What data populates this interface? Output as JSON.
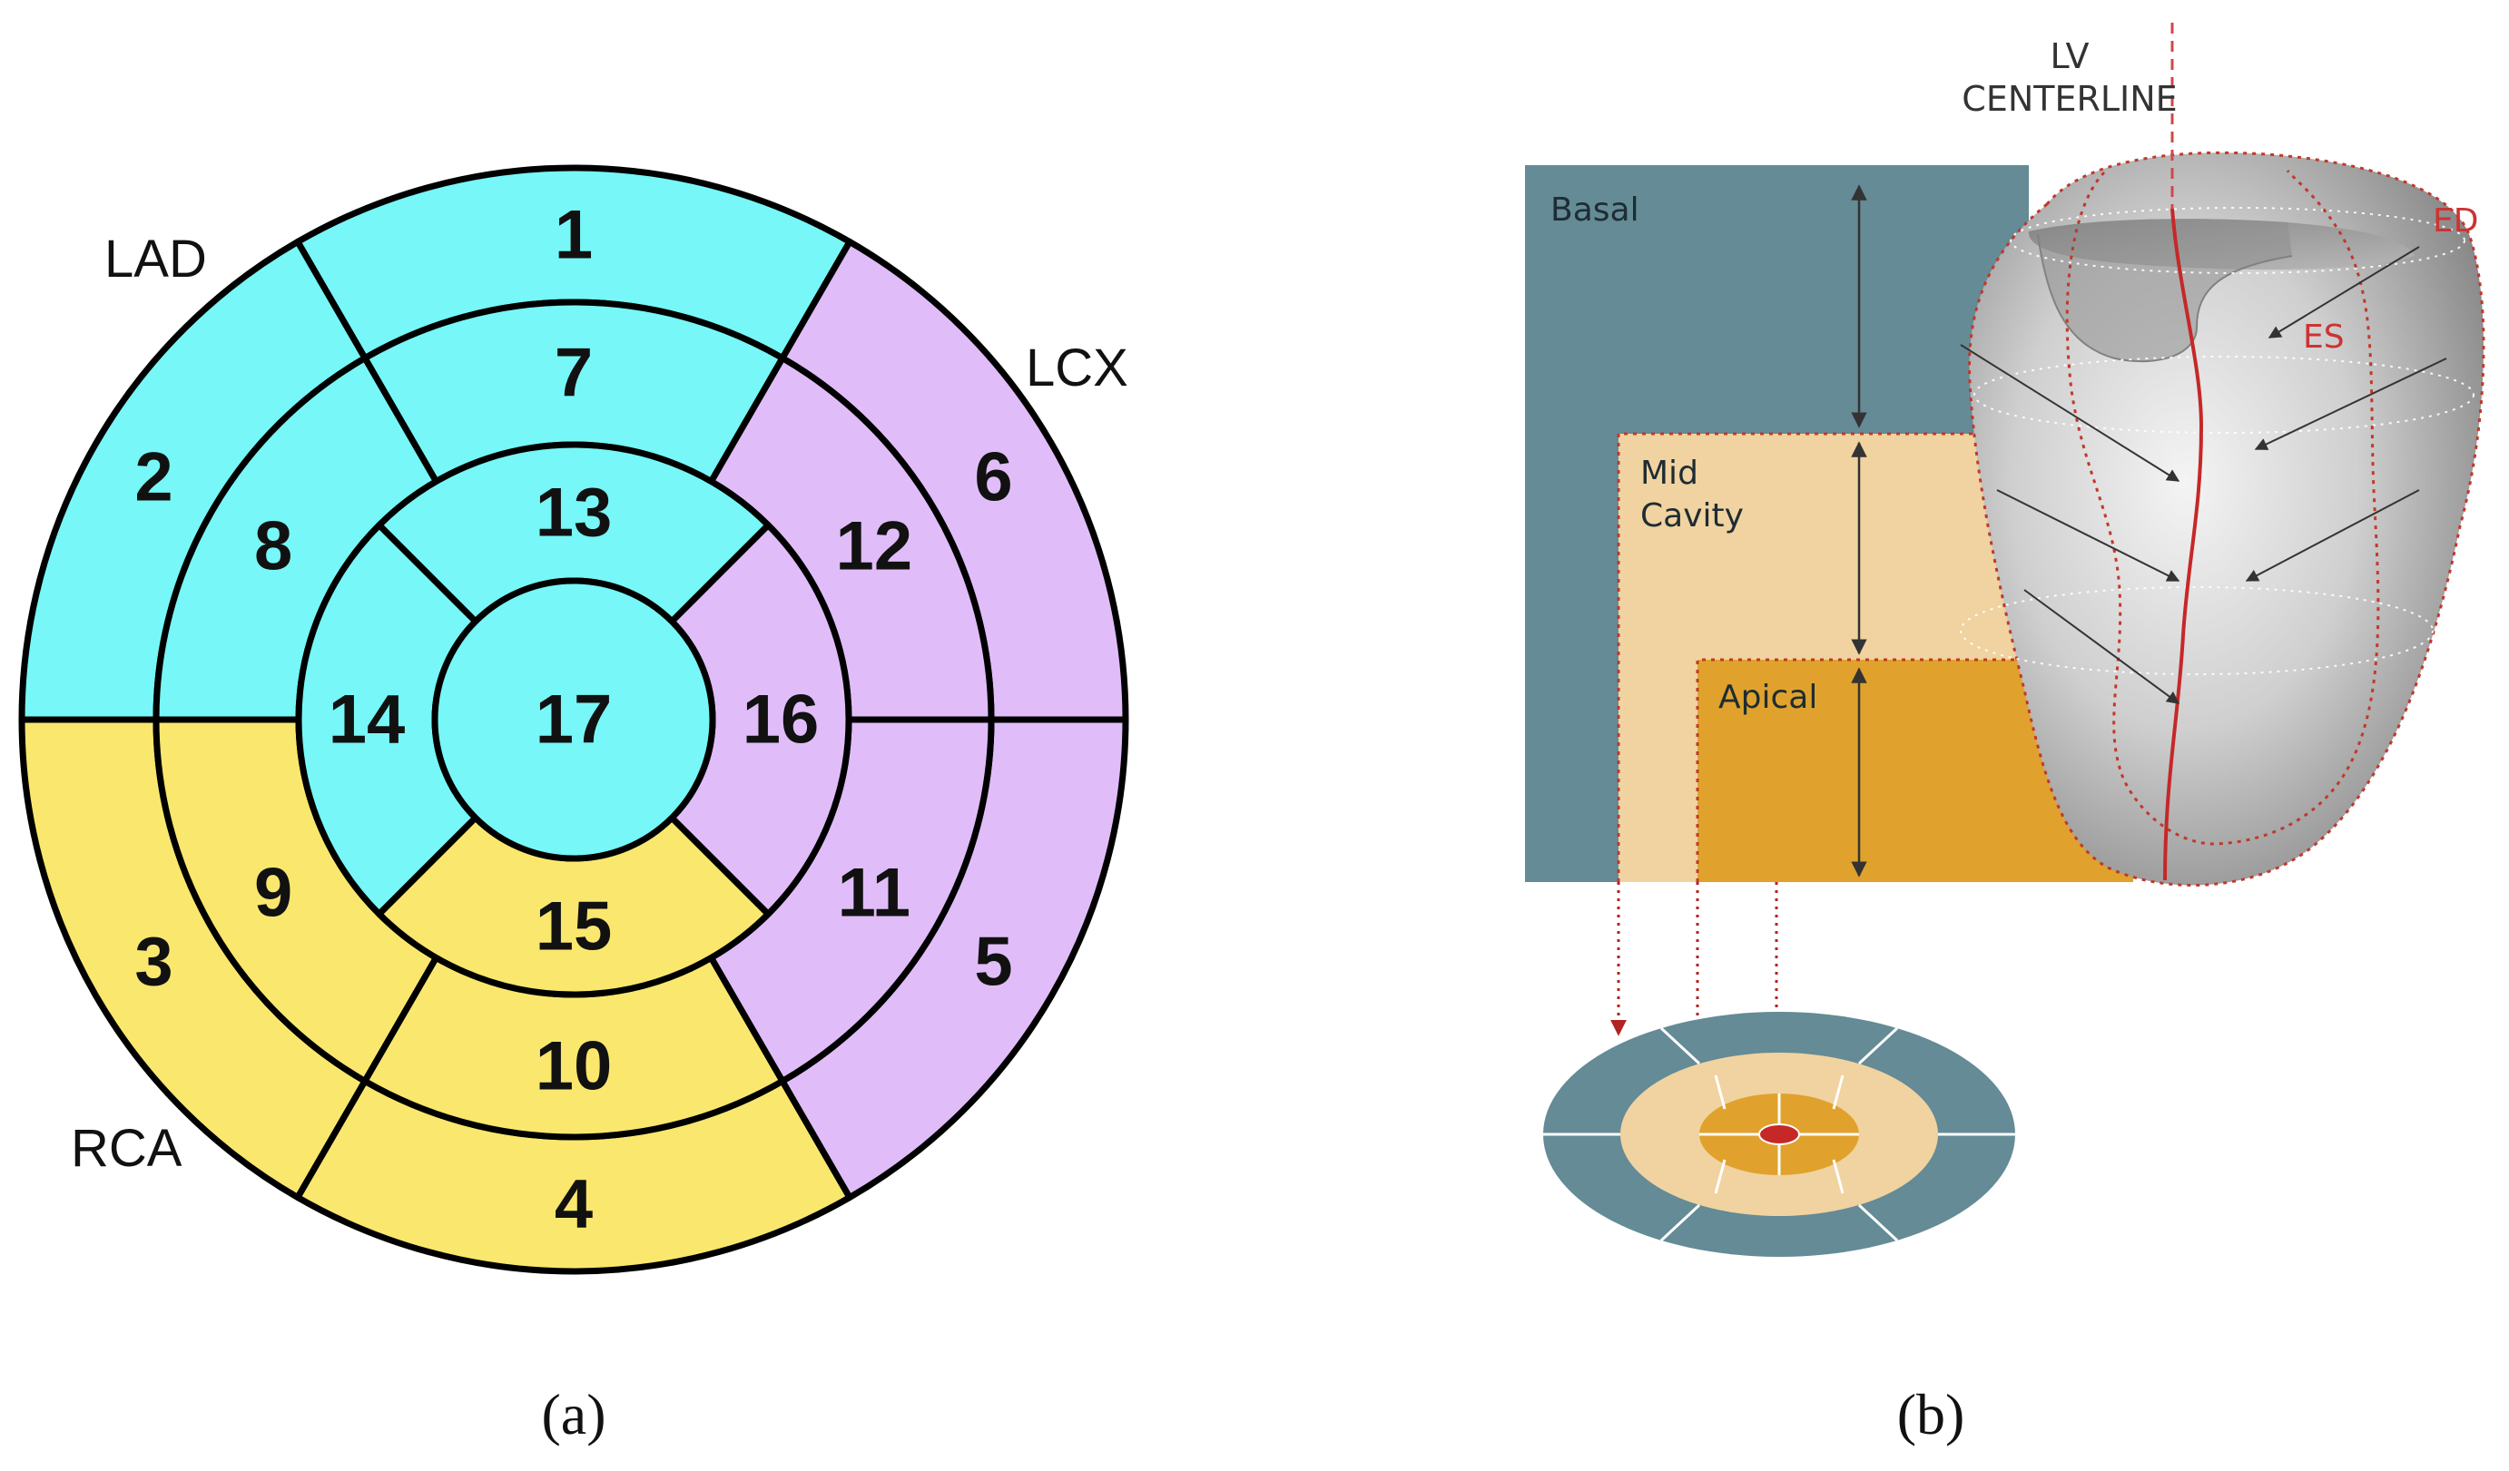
{
  "panel_a": {
    "label": "(a)",
    "colors": {
      "lad": "#77f7f7",
      "lcx": "#e0bdf8",
      "rca": "#fae76e",
      "stroke": "#000000"
    },
    "segments": [
      {
        "id": 1,
        "text": "1",
        "territory": "lad",
        "ring": "basal"
      },
      {
        "id": 2,
        "text": "2",
        "territory": "lad",
        "ring": "basal"
      },
      {
        "id": 3,
        "text": "3",
        "territory": "rca",
        "ring": "basal"
      },
      {
        "id": 4,
        "text": "4",
        "territory": "rca",
        "ring": "basal"
      },
      {
        "id": 5,
        "text": "5",
        "territory": "lcx",
        "ring": "basal"
      },
      {
        "id": 6,
        "text": "6",
        "territory": "lcx",
        "ring": "basal"
      },
      {
        "id": 7,
        "text": "7",
        "territory": "lad",
        "ring": "mid"
      },
      {
        "id": 8,
        "text": "8",
        "territory": "lad",
        "ring": "mid"
      },
      {
        "id": 9,
        "text": "9",
        "territory": "rca",
        "ring": "mid"
      },
      {
        "id": 10,
        "text": "10",
        "territory": "rca",
        "ring": "mid"
      },
      {
        "id": 11,
        "text": "11",
        "territory": "lcx",
        "ring": "mid"
      },
      {
        "id": 12,
        "text": "12",
        "territory": "lcx",
        "ring": "mid"
      },
      {
        "id": 13,
        "text": "13",
        "territory": "lad",
        "ring": "apical"
      },
      {
        "id": 14,
        "text": "14",
        "territory": "lad",
        "ring": "apical"
      },
      {
        "id": 15,
        "text": "15",
        "territory": "rca",
        "ring": "apical"
      },
      {
        "id": 16,
        "text": "16",
        "territory": "lcx",
        "ring": "apical"
      },
      {
        "id": 17,
        "text": "17",
        "territory": "lad",
        "ring": "apex"
      }
    ],
    "artery_labels": {
      "lad": "LAD",
      "lcx": "LCX",
      "rca": "RCA"
    }
  },
  "panel_b": {
    "label": "(b)",
    "centerline_label": [
      "LV",
      "CENTERLINE"
    ],
    "regions": {
      "basal": "Basal",
      "mid": [
        "Mid",
        "Cavity"
      ],
      "apical": "Apical"
    },
    "ed_label": "ED",
    "es_label": "ES",
    "colors": {
      "basal": "#648b96",
      "mid": "#f0d3a0",
      "apical": "#e0a22c",
      "dotted": "#c0392b",
      "centerline": "#c62828"
    }
  }
}
